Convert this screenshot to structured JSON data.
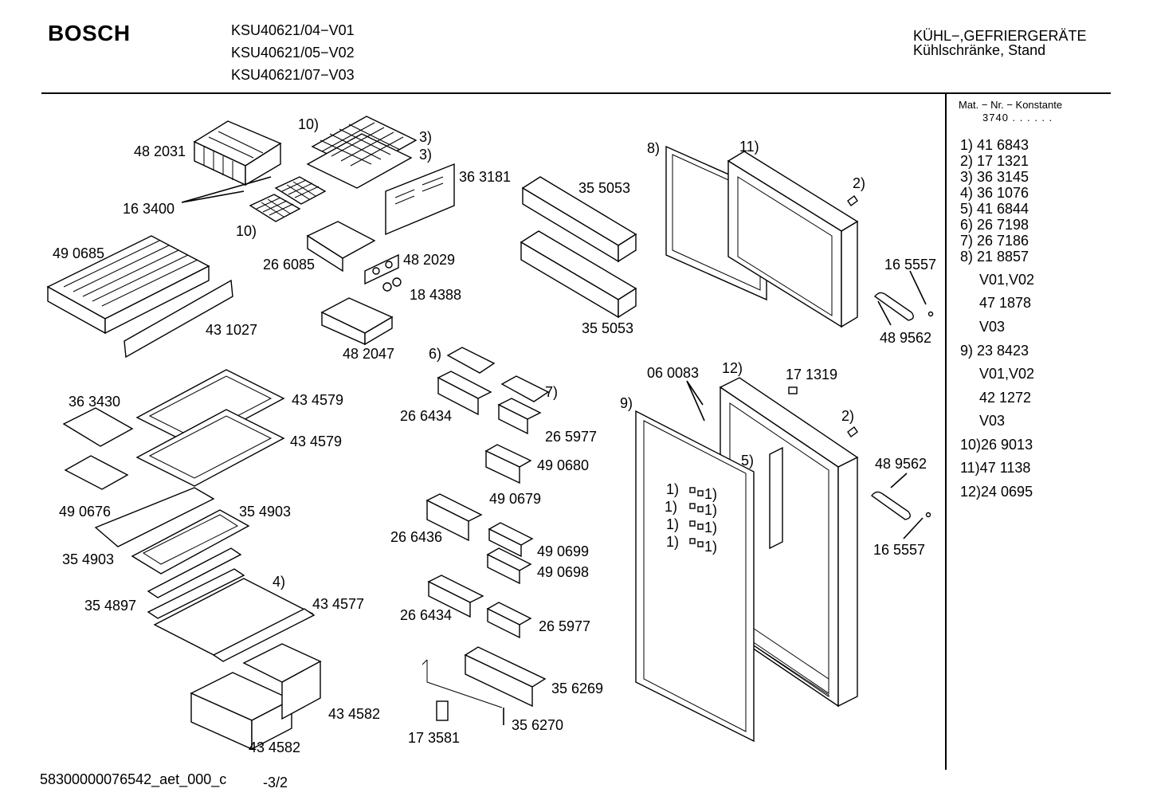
{
  "header": {
    "brand": "BOSCH",
    "models": [
      "KSU40621/04−V01",
      "KSU40621/05−V02",
      "KSU40621/07−V03"
    ],
    "category_line1": "KÜHL−,GEFRIERGERÄTE",
    "category_line2": "Kühlschränke, Stand"
  },
  "legend": {
    "title": "Mat. − Nr. − Konstante",
    "number": "3740 . .   . . . .",
    "items": [
      "1)  41 6843",
      "2)  17 1321",
      "3)  36 3145",
      "4)  36 1076",
      "5)  41 6844",
      "6)  26 7198",
      "7)  26 7186",
      "8)  21 8857",
      "V01,V02",
      "47 1878",
      "V03",
      "9)  23 8423",
      "V01,V02",
      "42 1272",
      "V03",
      "10)26 9013",
      "11)47 1138",
      "12)24 0695"
    ]
  },
  "parts": [
    "48 2031",
    "10)",
    "3)",
    "3)",
    "36 3181",
    "16 3400",
    "10)",
    "49 0685",
    "26 6085",
    "48 2029",
    "18 4388",
    "43 1027",
    "48 2047",
    "35 5053",
    "35 5053",
    "8)",
    "11)",
    "2)",
    "16 5557",
    "48 9562",
    "6)",
    "26 6434",
    "7)",
    "26 5977",
    "06 0083",
    "12)",
    "17 1319",
    "9)",
    "2)",
    "5)",
    "48 9562",
    "1)",
    "1)",
    "1)",
    "1)",
    "1)",
    "1)",
    "1)",
    "1)",
    "16 5557",
    "36 3430",
    "43 4579",
    "43 4579",
    "49 0676",
    "35 4903",
    "35 4903",
    "49 0680",
    "49 0679",
    "26 6436",
    "49 0699",
    "49 0698",
    "4)",
    "35 4897",
    "43 4577",
    "26 6434",
    "26 5977",
    "43 4582",
    "43 4582",
    "35 6269",
    "17 3581",
    "35 6270"
  ],
  "footer": {
    "doc_id": "58300000076542_aet_000_c",
    "page": "-3/2"
  }
}
